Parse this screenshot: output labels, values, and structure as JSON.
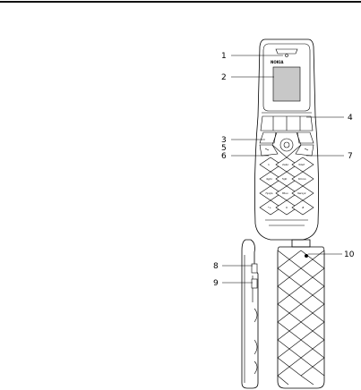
{
  "brand_text": "NOKIA",
  "callouts": [
    {
      "number": "1"
    },
    {
      "number": "2"
    },
    {
      "number": "3"
    },
    {
      "number": "4"
    },
    {
      "number": "5"
    },
    {
      "number": "6"
    },
    {
      "number": "7"
    },
    {
      "number": "8"
    },
    {
      "number": "9"
    },
    {
      "number": "10"
    }
  ],
  "keypad_glyphs": [
    "1",
    "2abc",
    "3def",
    "4ghi",
    "5jkl",
    "6mno",
    "7pqrs",
    "8tuv",
    "9wxyz",
    "*+",
    "0",
    "#"
  ]
}
